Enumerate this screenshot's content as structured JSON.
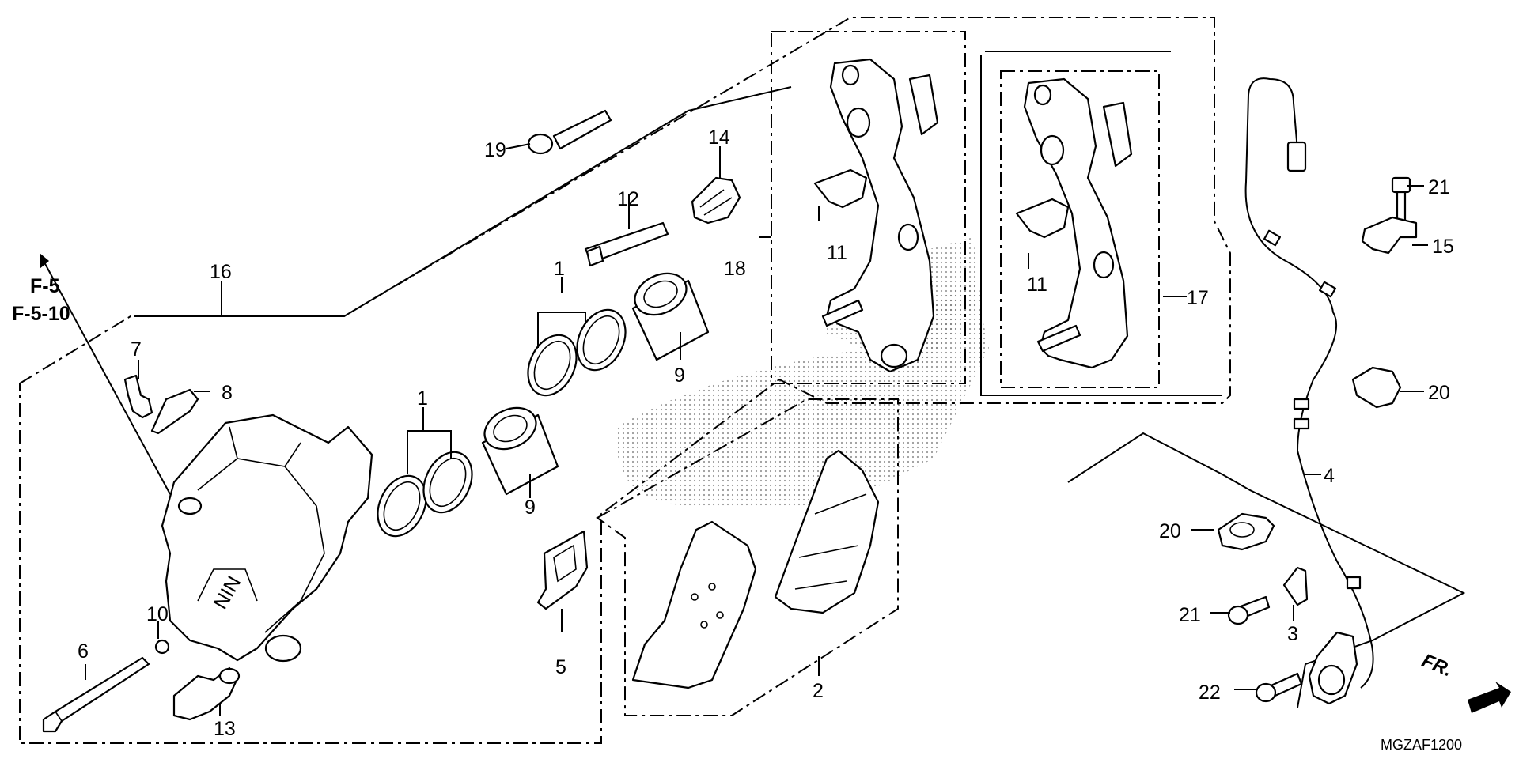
{
  "diagram": {
    "reference": [
      "F-5",
      "F-5-10"
    ],
    "code": "MGZAF1200",
    "direction": "FR.",
    "callouts": {
      "p1a": "1",
      "p1b": "1",
      "p2": "2",
      "p3": "3",
      "p4": "4",
      "p5": "5",
      "p6": "6",
      "p7": "7",
      "p8": "8",
      "p9a": "9",
      "p9b": "9",
      "p10": "10",
      "p11a": "11",
      "p11b": "11",
      "p12": "12",
      "p13": "13",
      "p14": "14",
      "p15": "15",
      "p16": "16",
      "p17": "17",
      "p18": "18",
      "p19": "19",
      "p20a": "20",
      "p20b": "20",
      "p21a": "21",
      "p21b": "21",
      "p22": "22"
    }
  }
}
